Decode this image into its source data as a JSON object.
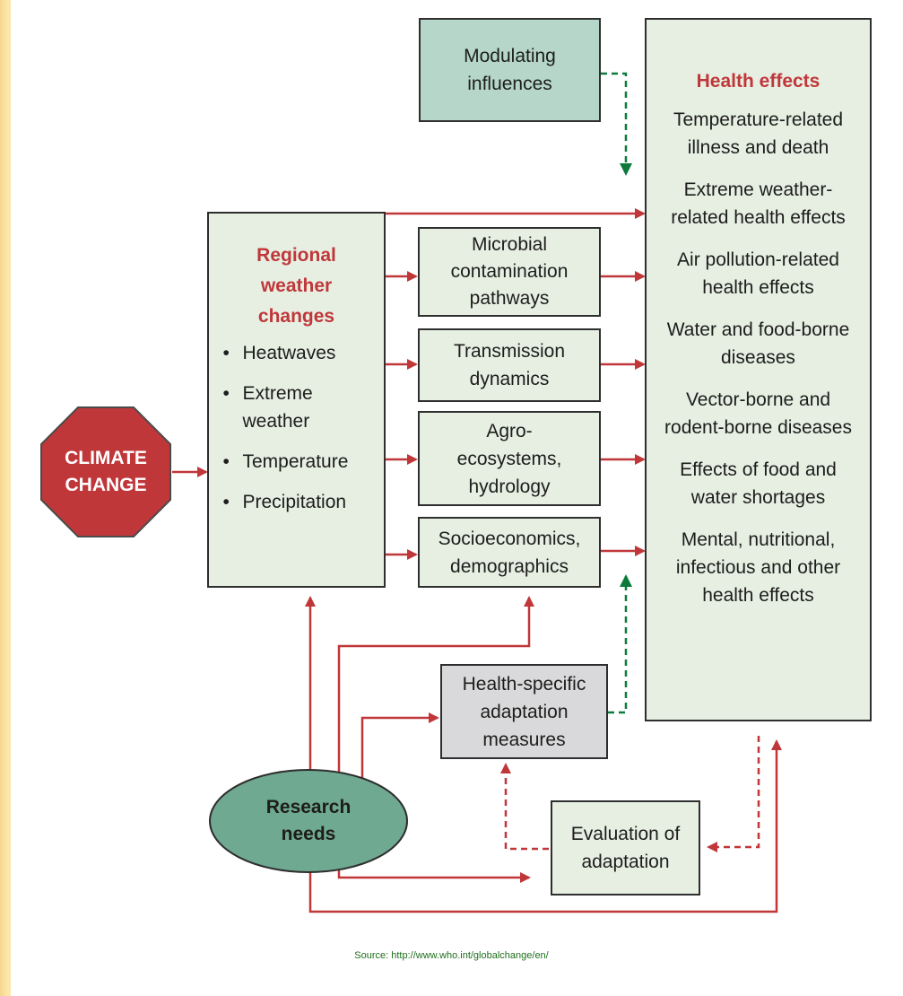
{
  "climate": {
    "line1": "CLIMATE",
    "line2": "CHANGE"
  },
  "modulating": {
    "line1": "Modulating",
    "line2": "influences"
  },
  "regional": {
    "title1": "Regional",
    "title2": "weather",
    "title3": "changes",
    "bullets": [
      "Heatwaves",
      "Extreme weather",
      "Temperature",
      "Precipitation"
    ]
  },
  "pathways": [
    {
      "lines": [
        "Microbial",
        "contamination",
        "pathways"
      ]
    },
    {
      "lines": [
        "Transmission",
        "dynamics"
      ]
    },
    {
      "lines": [
        "Agro-",
        "ecosystems,",
        "hydrology"
      ]
    },
    {
      "lines": [
        "Socioeconomics,",
        "demographics"
      ]
    }
  ],
  "health": {
    "title": "Health effects",
    "items": [
      "Temperature-related illness and death",
      "Extreme weather-related health effects",
      "Air pollution-related health effects",
      "Water and food-borne diseases",
      "Vector-borne and rodent-borne diseases",
      "Effects of food and water shortages",
      "Mental, nutritional, infectious and other health effects"
    ]
  },
  "adaptation": {
    "line1": "Health-specific",
    "line2": "adaptation",
    "line3": "measures"
  },
  "evaluation": {
    "line1": "Evaluation of",
    "line2": "adaptation"
  },
  "research": {
    "line1": "Research",
    "line2": "needs"
  },
  "source": "Source: http://www.who.int/globalchange/en/",
  "colors": {
    "arrow_red": "#c0373a",
    "arrow_green": "#0d7a3c",
    "octagon": "#c0373a",
    "oval": "#6fa991"
  }
}
